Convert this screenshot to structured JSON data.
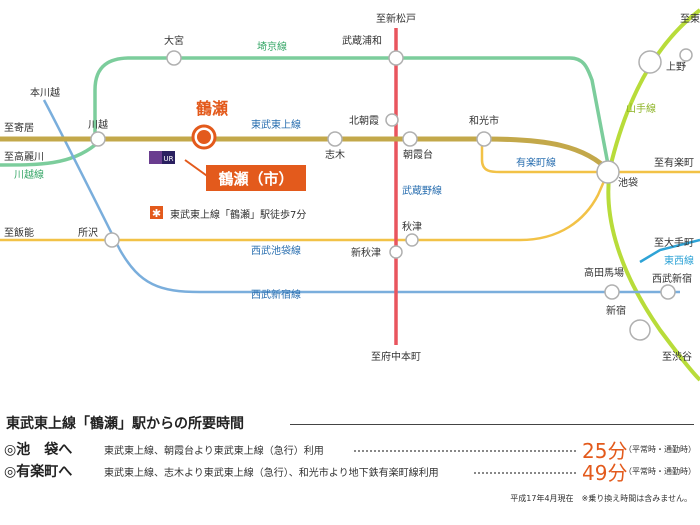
{
  "map": {
    "labels": {
      "to_shinmatsudo": "至新松戸",
      "to_higashi": "至東",
      "omiya": "大宮",
      "saikyo_line": "埼京線",
      "musashi_urawa": "武蔵浦和",
      "ueno": "上野",
      "honkawagoe": "本川越",
      "yamanote_line": "山手線",
      "tsuruse_title": "鶴瀬",
      "to_yorii": "至寄居",
      "kawagoe": "川越",
      "tobu_tojo_line": "東武東上線",
      "kitaasaka": "北朝霞",
      "wakoshi": "和光市",
      "shiki": "志木",
      "asakadai": "朝霞台",
      "to_komagawa": "至高麗川",
      "kawagoe_line": "川越線",
      "tsuruse_city": "鶴瀬（市）",
      "yurakucho_line": "有楽町線",
      "to_yurakucho": "至有楽町",
      "ikebukuro": "池袋",
      "musashino_line": "武蔵野線",
      "walk_note": "東武東上線「鶴瀬」駅徒歩7分",
      "akitsu": "秋津",
      "to_otemachi": "至大手町",
      "tozai_line": "東西線",
      "to_hanno": "至飯能",
      "tokorozawa": "所沢",
      "seibu_ikebukuro_line": "西武池袋線",
      "shinakitsu": "新秋津",
      "takadanobaba": "高田馬場",
      "seibu_shinjuku_station": "西武新宿",
      "seibu_shinjuku_line": "西武新宿線",
      "shinjuku": "新宿",
      "to_shibuya": "至渋谷",
      "to_fuchu_hommachi": "至府中本町"
    },
    "colors": {
      "tojo_line": "#c3a84a",
      "jr_green": "#7ccd9c",
      "musashino": "#e9555e",
      "yamanote": "#b8dc3a",
      "yurakucho": "#f2c247",
      "seibu_line": "#7aaedc",
      "tozai": "#2ea3d6",
      "tsuruse_orange": "#e35a1c",
      "station_dot": "#ffffff",
      "station_ring": "#b0b0b0"
    },
    "ur_logo_text": "UR"
  },
  "bottom": {
    "title": "東武東上線「鶴瀬」駅からの所要時間",
    "routes": [
      {
        "dest": "◎池　袋へ",
        "desc": "東武東上線、朝霞台より東武東上線（急行）利用",
        "time": "25分",
        "note": "（平常時・通勤時）"
      },
      {
        "dest": "◎有楽町へ",
        "desc": "東武東上線、志木より東武東上線（急行）、和光市より地下鉄有楽町線利用",
        "time": "49分",
        "note": "（平常時・通勤時）"
      }
    ],
    "footnote": "平成17年4月現在　※乗り換え時間は含みません。"
  }
}
